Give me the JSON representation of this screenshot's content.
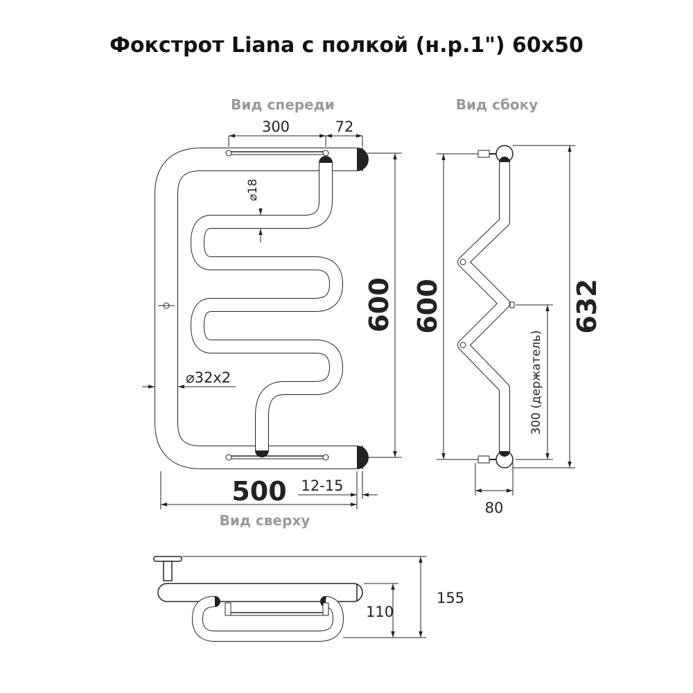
{
  "title": "Фокстрот Liana с полкой (н.р.1\") 60х50",
  "views": {
    "front": "Вид спереди",
    "side": "Вид сбоку",
    "top": "Вид сверху"
  },
  "dimensions": {
    "shelf_width": "300",
    "shelf_offset": "72",
    "inner_tube_diameter": "18",
    "outer_tube_diameter": "32х2",
    "front_height": "600",
    "width": "500",
    "connection_gap": "12-15",
    "side_height": "600",
    "total_height": "632",
    "holder_distance": "300 (держатель)",
    "depth": "80",
    "top_depth_total": "155",
    "top_depth_inner": "110"
  },
  "colors": {
    "line": "#222222",
    "view_label": "#999999"
  }
}
